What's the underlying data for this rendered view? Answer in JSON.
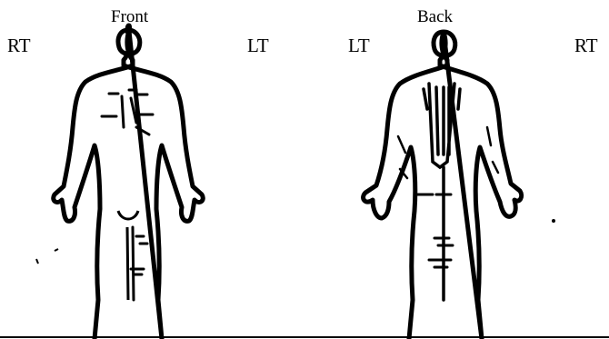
{
  "front_view": {
    "title": "Front",
    "left_label": "RT",
    "right_label": "LT"
  },
  "back_view": {
    "title": "Back",
    "left_label": "LT",
    "right_label": "RT"
  },
  "colors": {
    "ink": "#000000",
    "background": "#ffffff"
  }
}
